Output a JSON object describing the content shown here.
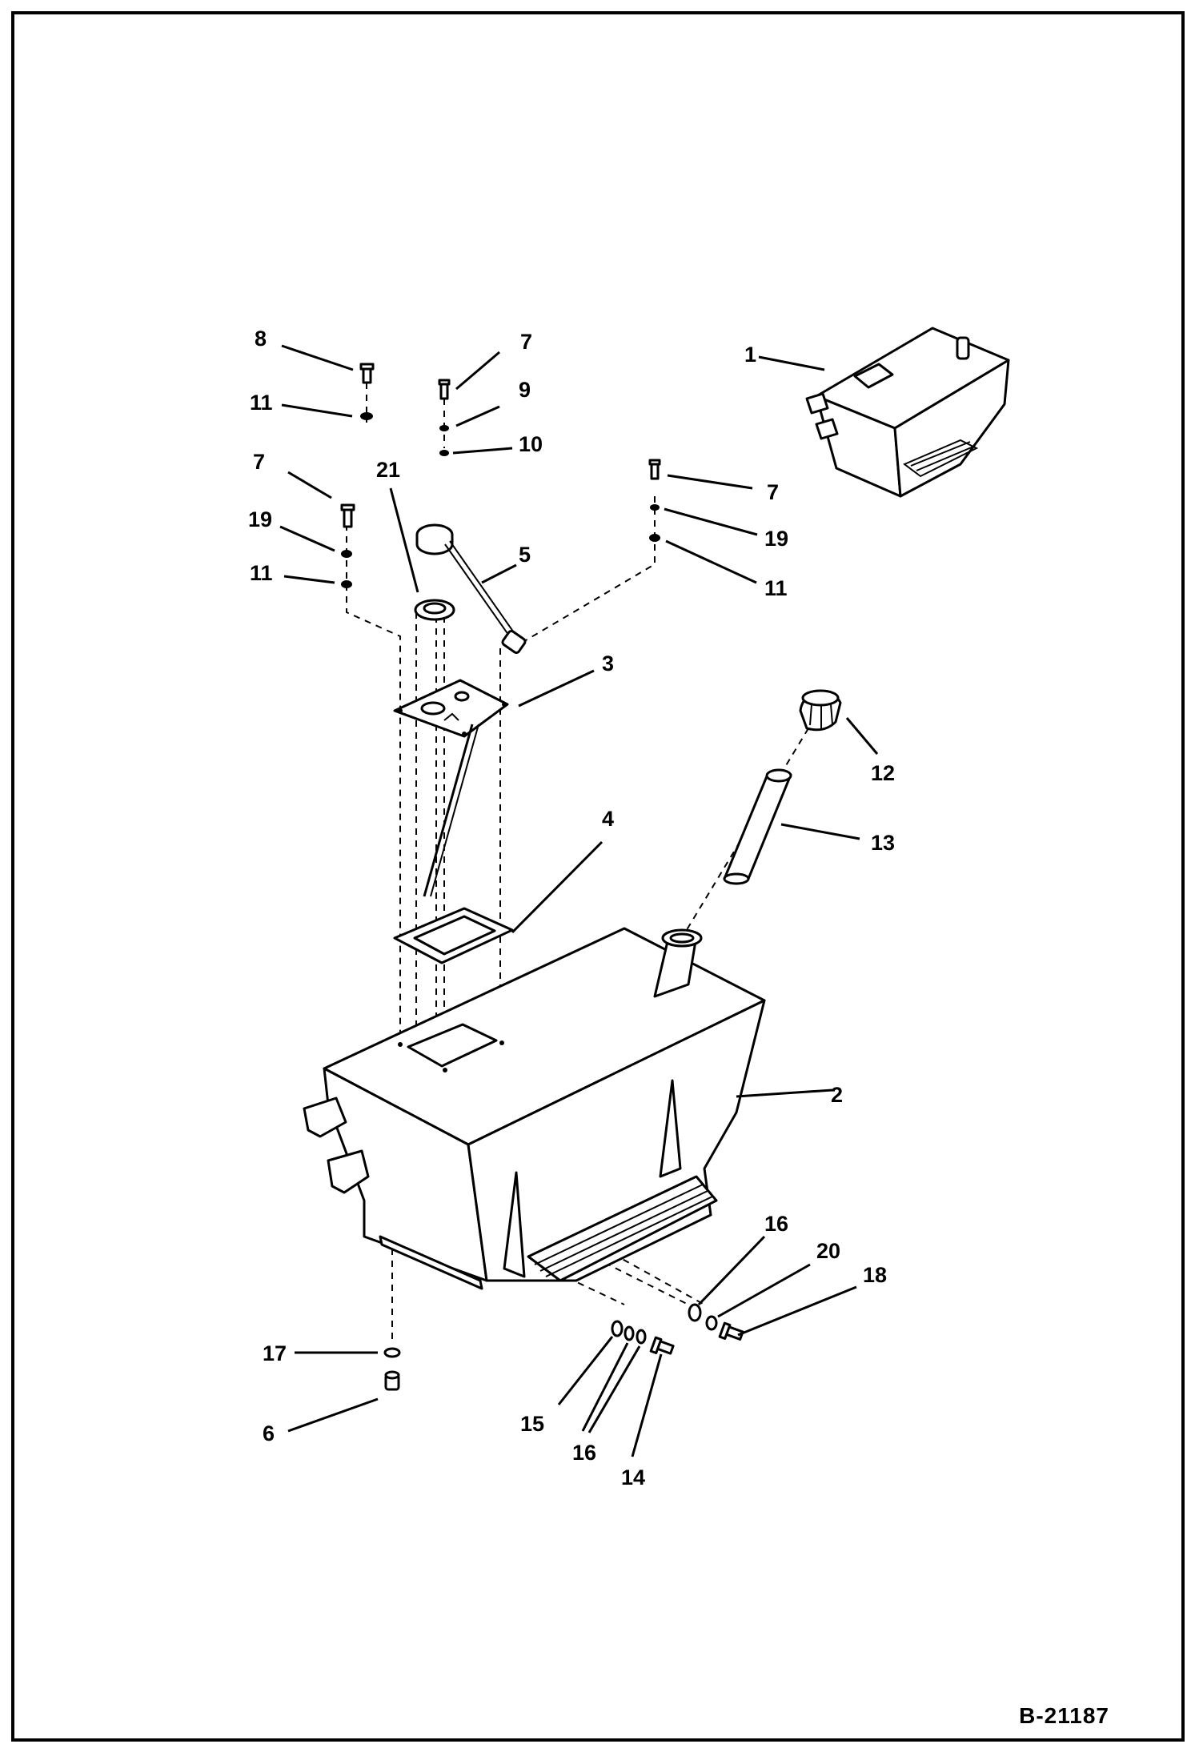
{
  "document_id": "B-21187",
  "callouts": {
    "c1": "1",
    "c2": "2",
    "c3": "3",
    "c4": "4",
    "c5": "5",
    "c6": "6",
    "c7a": "7",
    "c7b": "7",
    "c7c": "7",
    "c8": "8",
    "c9": "9",
    "c10": "10",
    "c11a": "11",
    "c11b": "11",
    "c11c": "11",
    "c12": "12",
    "c13": "13",
    "c14": "14",
    "c15": "15",
    "c16a": "16",
    "c16b": "16",
    "c17": "17",
    "c18": "18",
    "c19a": "19",
    "c19b": "19",
    "c20": "20",
    "c21": "21"
  }
}
